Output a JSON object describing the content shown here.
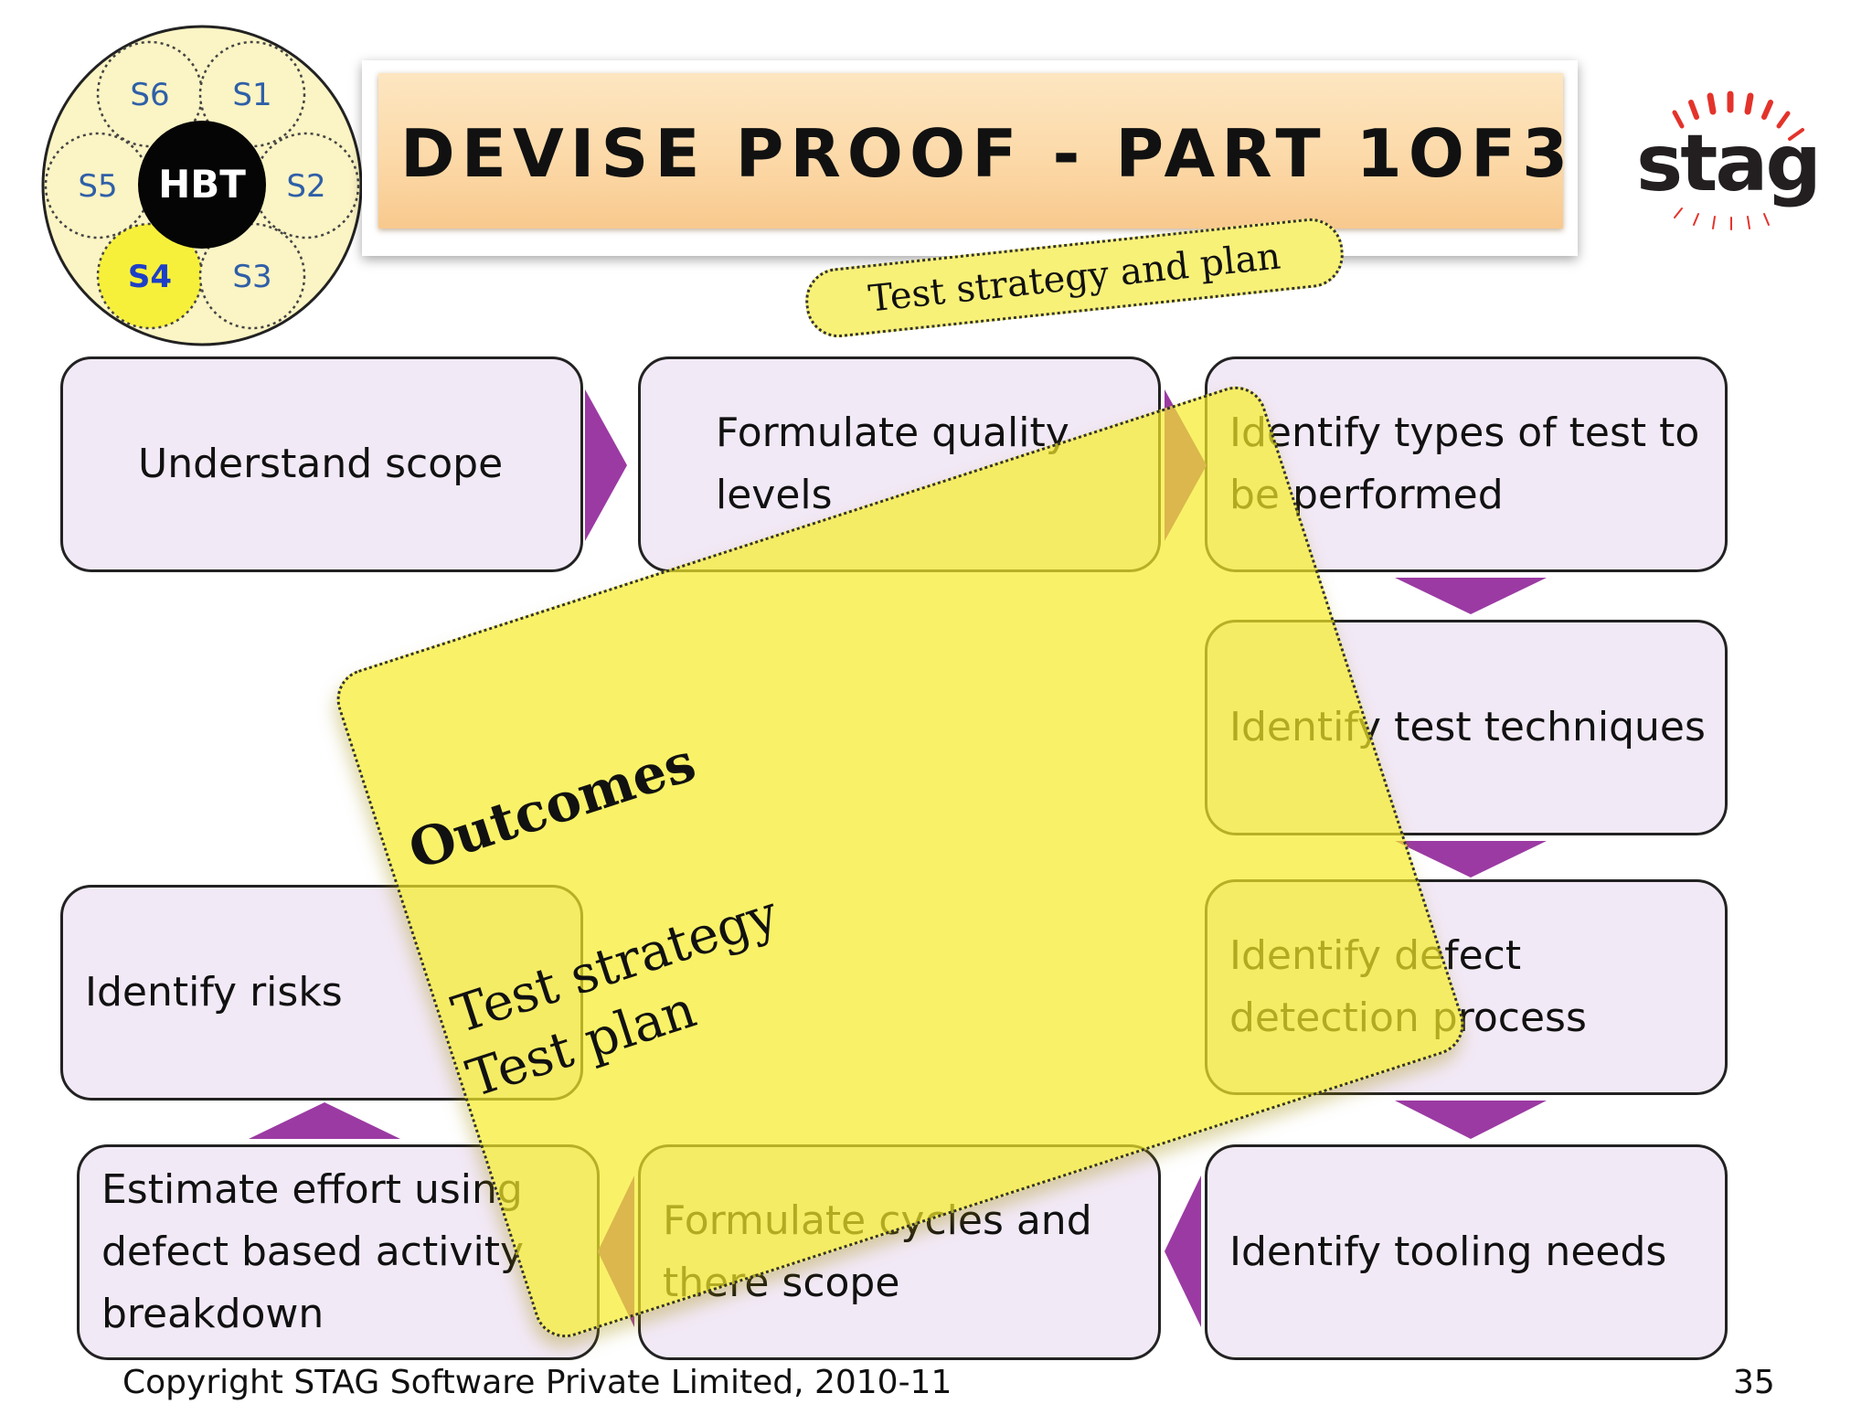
{
  "wheel": {
    "center_label": "HBT",
    "stages": [
      "S1",
      "S2",
      "S3",
      "S4",
      "S5",
      "S6"
    ],
    "active_stage": "S4"
  },
  "title": "DEVISE PROOF - PART 1OF3",
  "subtitle": "Test strategy and plan",
  "logo": {
    "text": "stag",
    "accent_color": "#e3332b"
  },
  "steps": [
    "Understand scope",
    "Formulate quality\nlevels",
    "Identify types of test to\nbe performed",
    "Identify test techniques",
    "Identify defect\ndetection process",
    "Identify tooling needs",
    "Formulate cycles and\nthere scope",
    "Estimate effort using\ndefect based activity\nbreakdown",
    "Identify risks"
  ],
  "outcomes": {
    "heading": "Outcomes",
    "items": [
      "Test strategy",
      "Test plan"
    ]
  },
  "colors": {
    "box_fill": "#f2e9f6",
    "arrow": "#9b3aa3",
    "note": "#f7ed28",
    "active_stage": "#f7f03a"
  },
  "footer": {
    "copyright": "Copyright STAG Software Private Limited, 2010-11",
    "page_number": "35"
  }
}
